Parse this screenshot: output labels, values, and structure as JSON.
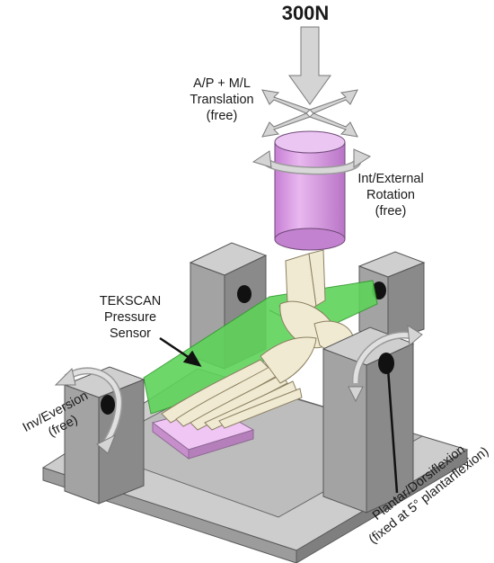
{
  "force": {
    "label": "300N"
  },
  "labels": {
    "translation": [
      "A/P + M/L",
      "Translation",
      "(free)"
    ],
    "rotation": [
      "Int/External",
      "Rotation",
      "(free)"
    ],
    "sensor": [
      "TEKSCAN",
      "Pressure",
      "Sensor"
    ],
    "inversion": [
      "Inv/Eversion",
      "(free)"
    ],
    "plantar": [
      "Plantar/Dorsiflexion",
      "(fixed at 5° plantarflexion)"
    ]
  },
  "colors": {
    "frame_top": "#c9c9c9",
    "frame_side": "#9a9a9a",
    "frame_dark": "#7d7d7d",
    "actuator": "#dda0e8",
    "actuator_top": "#ecc6f2",
    "sensor": "#5fd35a",
    "bone": "#f1ead2",
    "arrow": "#cfcfcf",
    "pad": "#e8b6ec"
  }
}
